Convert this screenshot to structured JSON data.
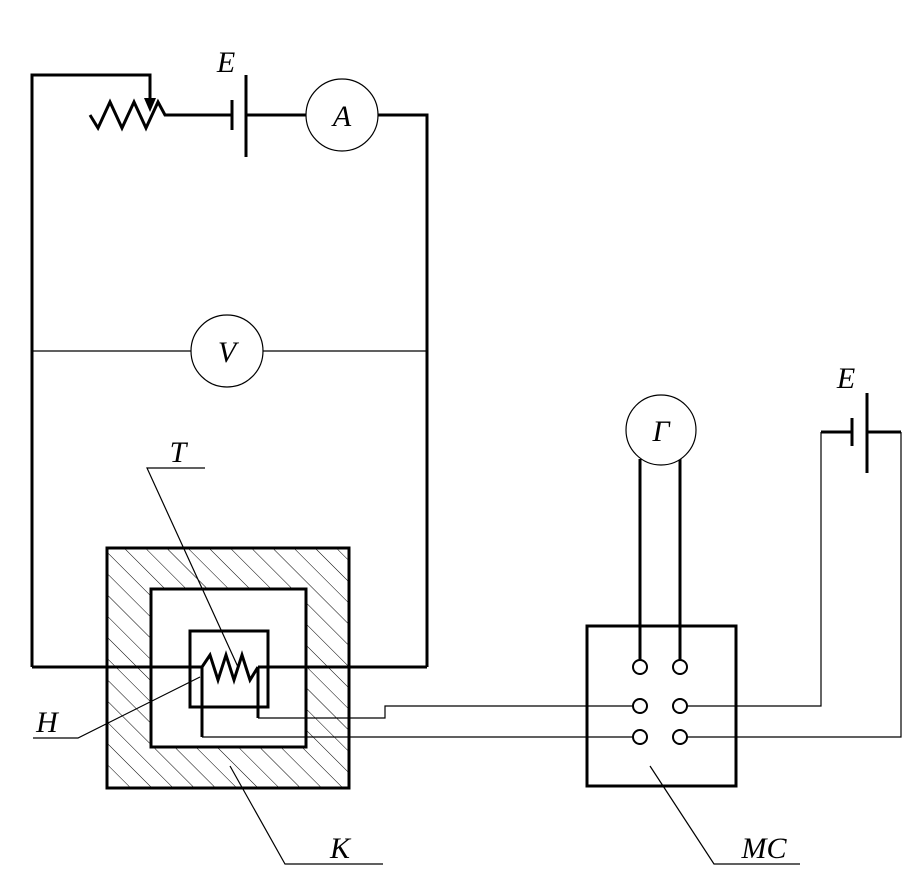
{
  "labels": {
    "emf_top": "E",
    "ammeter": "A",
    "voltmeter": "V",
    "galvanometer": "Г",
    "emf_right": "E",
    "thermocouple": "T",
    "heater": "H",
    "calorimeter": "K",
    "switch_box": "МС"
  }
}
